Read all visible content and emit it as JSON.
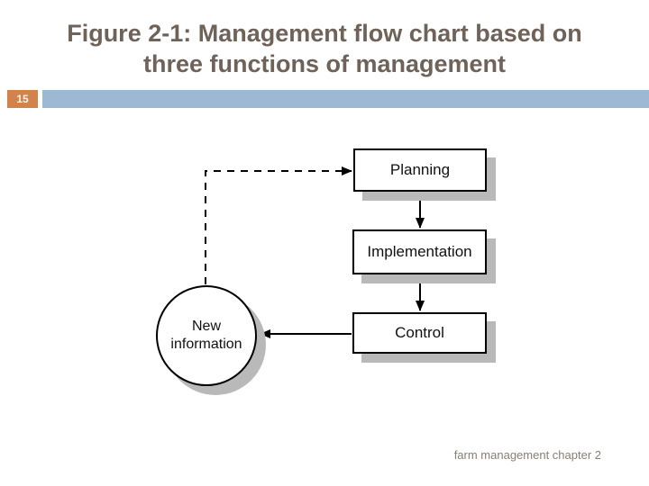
{
  "slide": {
    "title_lines": [
      "Figure 2-1: Management flow chart based on",
      "three functions of management"
    ],
    "page_number": "15",
    "footer": "farm management chapter 2"
  },
  "diagram": {
    "type": "flowchart",
    "nodes": [
      {
        "id": "planning",
        "label": "Planning",
        "shape": "rect"
      },
      {
        "id": "implementation",
        "label": "Implementation",
        "shape": "rect"
      },
      {
        "id": "control",
        "label": "Control",
        "shape": "rect"
      },
      {
        "id": "new_information",
        "label": "New information",
        "shape": "circle"
      }
    ],
    "edges": [
      {
        "from": "planning",
        "to": "implementation",
        "style": "solid-arrow"
      },
      {
        "from": "implementation",
        "to": "control",
        "style": "solid-arrow"
      },
      {
        "from": "control",
        "to": "new_information",
        "style": "solid-arrow"
      },
      {
        "from": "new_information",
        "to": "planning",
        "style": "dashed-arrow"
      }
    ]
  },
  "colors": {
    "title_text": "#6f6259",
    "badge_bg": "#d2824b",
    "badge_text": "#faf3ea",
    "accent_bar_bg": "#9db8d2",
    "node_border": "#000000",
    "node_shadow": "#b9b9b9",
    "footer_text": "#8a7e74"
  }
}
